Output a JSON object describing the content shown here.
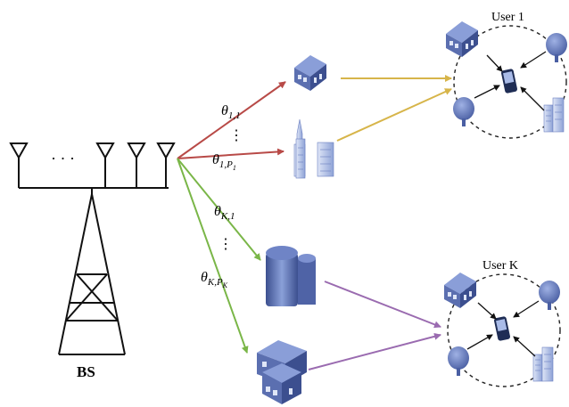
{
  "labels": {
    "bs": "BS",
    "ellipsis": "· · ·",
    "vdots": "⋮",
    "user1": "User 1",
    "userK": "User K"
  },
  "angles": {
    "theta_1_1": {
      "sym": "θ",
      "sub": "1,1",
      "subsub": ""
    },
    "theta_1_P": {
      "sym": "θ",
      "sub": "1,P",
      "subsub": "1"
    },
    "theta_K_1": {
      "sym": "θ",
      "sub": "K,1",
      "subsub": ""
    },
    "theta_K_P": {
      "sym": "θ",
      "sub": "K,P",
      "subsub": "K"
    }
  },
  "colors": {
    "red": "#b84a47",
    "green": "#7ab648",
    "yellow": "#d7b54a",
    "purple": "#9a6bb0",
    "building": "#5b6fb0",
    "building_dark": "#3c4f8f",
    "tree": "#6a7fbf"
  }
}
